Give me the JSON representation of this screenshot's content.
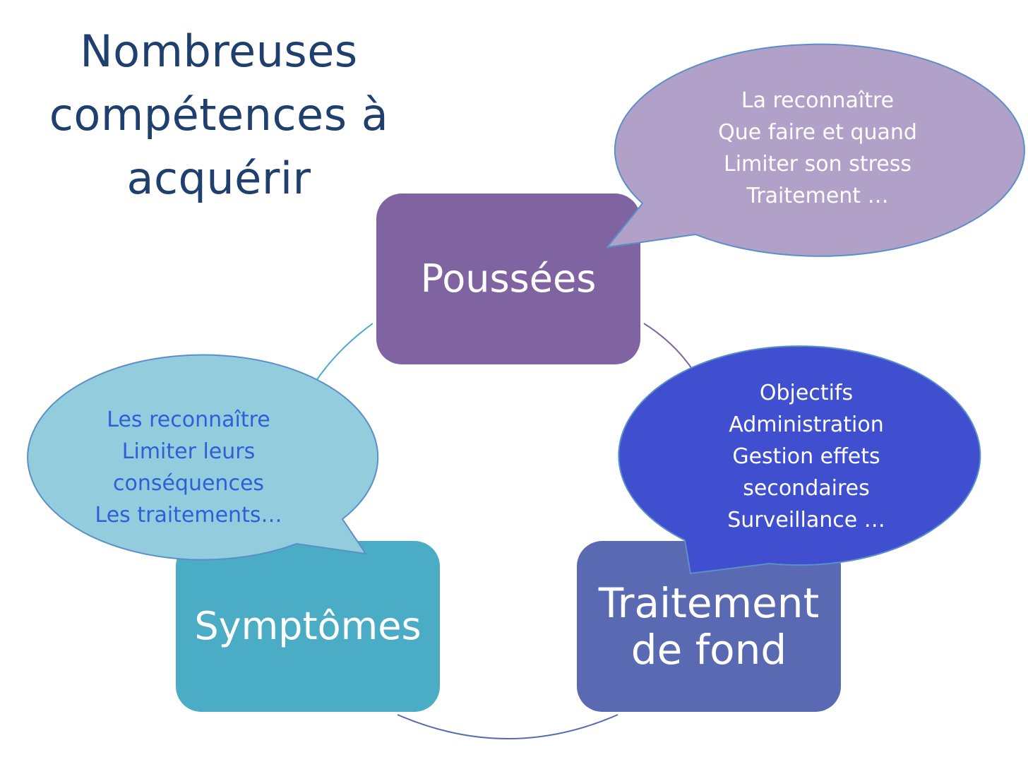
{
  "title": {
    "lines": [
      "Nombreuses",
      "compétences à",
      "acquérir"
    ]
  },
  "nodes": {
    "poussees": {
      "label": "Poussées"
    },
    "symptomes": {
      "label": "Symptômes"
    },
    "traitement": {
      "lines": [
        "Traitement",
        "de fond"
      ]
    }
  },
  "bubbles": {
    "poussees": {
      "lines": [
        "La reconnaître",
        "Que faire et quand",
        "Limiter son stress",
        "Traitement …"
      ]
    },
    "symptomes": {
      "lines": [
        "Les reconnaître",
        "Limiter leurs",
        "conséquences",
        "Les traitements…"
      ]
    },
    "traitement": {
      "lines": [
        "Objectifs",
        "Administration",
        "Gestion effets",
        "secondaires",
        "Surveillance …"
      ]
    }
  },
  "colors": {
    "title": "#1f3f6e",
    "poussees_box": "#8064a2",
    "symptomes_box": "#4bacc6",
    "traitement_box": "#5a6ab2",
    "bubble_purple": "#b1a0c7",
    "bubble_cyan": "#93cddd",
    "bubble_blue": "#3f4fcf",
    "cyan_bubble_text": "#2e5ed8"
  }
}
